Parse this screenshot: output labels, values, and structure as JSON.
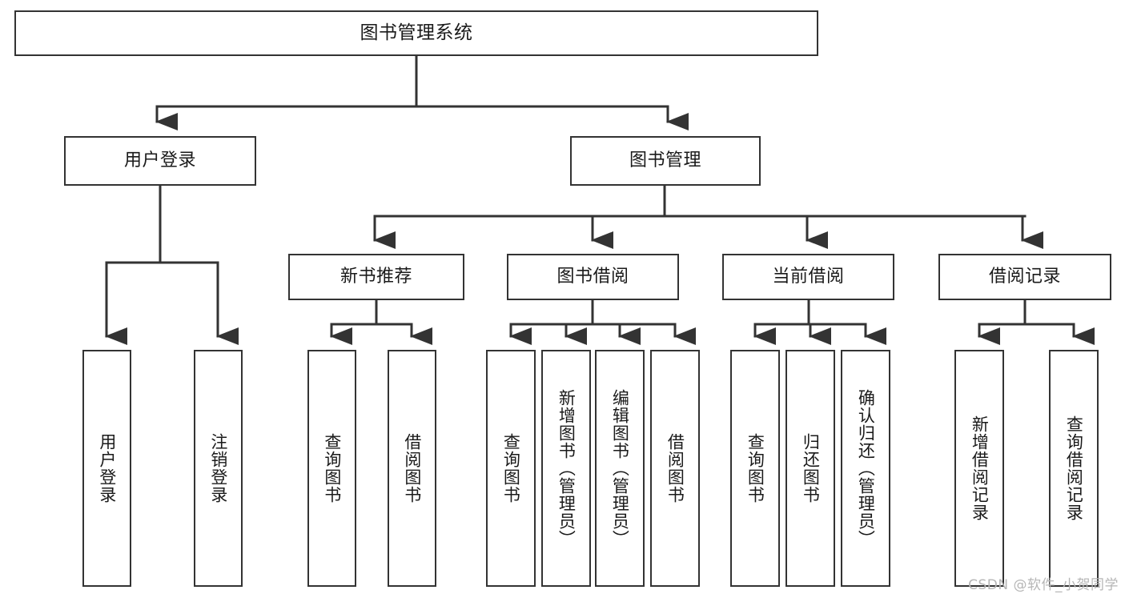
{
  "diagram": {
    "type": "tree-hierarchy",
    "title": "图书管理系统",
    "orientation": "top-down",
    "edge_color": "#333333",
    "box_border_color": "#333333",
    "background_color": "#ffffff",
    "nodes": {
      "root": {
        "label": "图书管理系统"
      },
      "level2": [
        {
          "id": "user-login",
          "label": "用户登录"
        },
        {
          "id": "book-management",
          "label": "图书管理"
        }
      ],
      "level3": [
        {
          "id": "new-book-recommend",
          "label": "新书推荐"
        },
        {
          "id": "book-borrow",
          "label": "图书借阅"
        },
        {
          "id": "current-borrow",
          "label": "当前借阅"
        },
        {
          "id": "borrow-record",
          "label": "借阅记录"
        }
      ],
      "leaves": {
        "user-login": [
          {
            "id": "leaf-user-login",
            "label": "用户登录"
          },
          {
            "id": "leaf-logout",
            "label": "注销登录"
          }
        ],
        "new-book-recommend": [
          {
            "id": "leaf-query-book-1",
            "label": "查询图书"
          },
          {
            "id": "leaf-borrow-book-1",
            "label": "借阅图书"
          }
        ],
        "book-borrow": [
          {
            "id": "leaf-query-book-2",
            "label": "查询图书"
          },
          {
            "id": "leaf-add-book",
            "label": "新增图书（管理员）"
          },
          {
            "id": "leaf-edit-book",
            "label": "编辑图书（管理员）"
          },
          {
            "id": "leaf-borrow-book-2",
            "label": "借阅图书"
          }
        ],
        "current-borrow": [
          {
            "id": "leaf-query-book-3",
            "label": "查询图书"
          },
          {
            "id": "leaf-return-book",
            "label": "归还图书"
          },
          {
            "id": "leaf-confirm-return",
            "label": "确认归还（管理员）"
          }
        ],
        "borrow-record": [
          {
            "id": "leaf-add-record",
            "label": "新增借阅记录"
          },
          {
            "id": "leaf-query-record",
            "label": "查询借阅记录"
          }
        ]
      }
    }
  },
  "watermark": {
    "text": "CSDN @软件_小贺同学"
  }
}
